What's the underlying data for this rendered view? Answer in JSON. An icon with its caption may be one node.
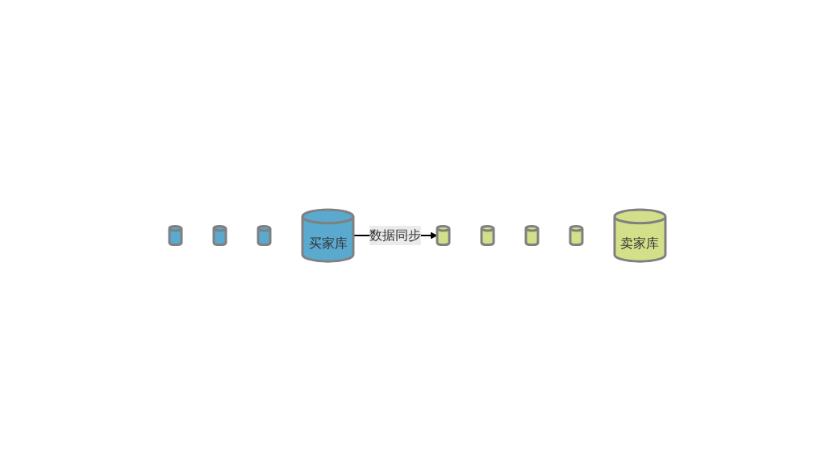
{
  "diagram": {
    "nodes": [
      {
        "text": [],
        "shape": "cylinder"
      },
      {
        "text": [],
        "shape": "cylinder"
      },
      {
        "text": [],
        "shape": "cylinder"
      },
      {
        "text": [
          "买家库"
        ]
      },
      {
        "text": [],
        "shape": "cylinder"
      },
      {
        "text": [],
        "shape": "cylinder"
      },
      {
        "text": [],
        "shape": "cylinder"
      },
      {
        "text": [],
        "shape": "cylinder"
      },
      {
        "text": [
          "卖家库"
        ]
      }
    ],
    "edges": [
      {
        "from": 3,
        "to": 4,
        "label": "数据同步",
        "arrow": "to"
      }
    ]
  }
}
